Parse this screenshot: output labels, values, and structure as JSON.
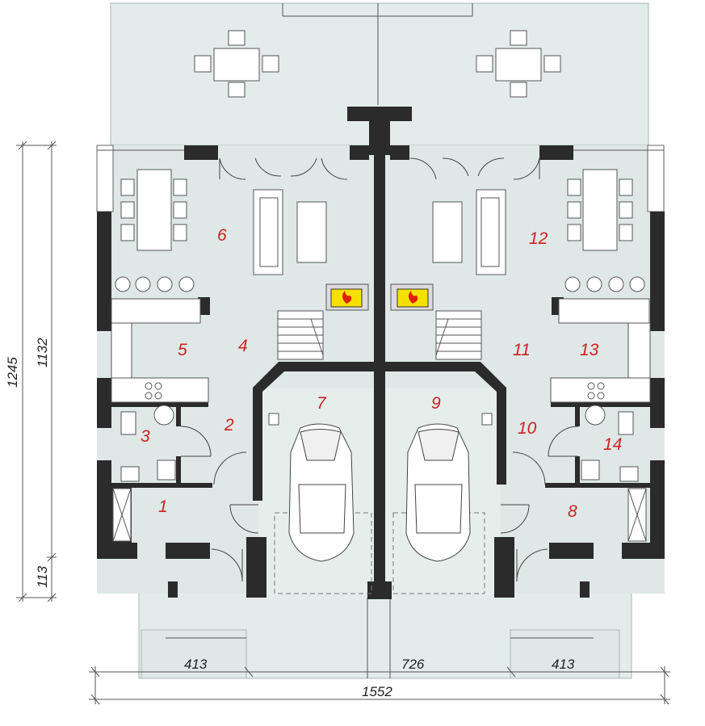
{
  "rooms": {
    "r1": "1",
    "r2": "2",
    "r3": "3",
    "r4": "4",
    "r5": "5",
    "r6": "6",
    "r7": "7",
    "r8": "8",
    "r9": "9",
    "r10": "10",
    "r11": "11",
    "r12": "12",
    "r13": "13",
    "r14": "14"
  },
  "dimensions": {
    "left_outer": "1245",
    "left_inner": "1132",
    "left_small": "113",
    "bottom_left": "413",
    "bottom_mid": "726",
    "bottom_right": "413",
    "bottom_total": "1552"
  },
  "colors": {
    "wall": "#2b2b2b",
    "floor": "#dfe8e6",
    "room_label": "#cc2222",
    "fireplace": "#f5e000"
  }
}
